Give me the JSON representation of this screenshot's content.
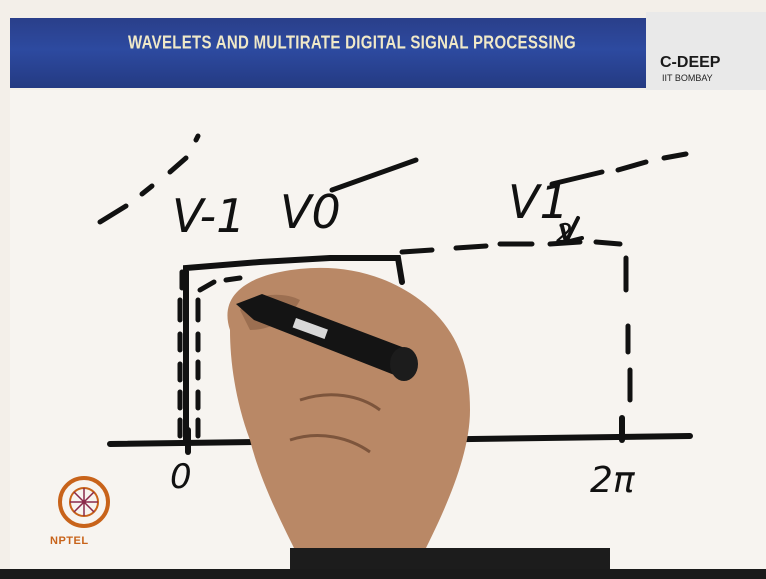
{
  "banner": {
    "title": "WAVELETS AND MULTIRATE DIGITAL SIGNAL PROCESSING",
    "brand_name": "C-DEEP",
    "brand_sub": "IIT BOMBAY"
  },
  "board": {
    "label_v_minus_1": "V-1",
    "label_v0": "V0",
    "label_v1": "V1",
    "label_v1_sub": "2",
    "axis_zero": "0",
    "axis_two_pi": "2π"
  },
  "logo": {
    "text": "NPTEL",
    "color": "#c8631a"
  },
  "colors": {
    "banner_blue": "#2d4aa0",
    "board_white": "#f7f4f0",
    "ink": "#111111",
    "skin": "#b98866"
  }
}
